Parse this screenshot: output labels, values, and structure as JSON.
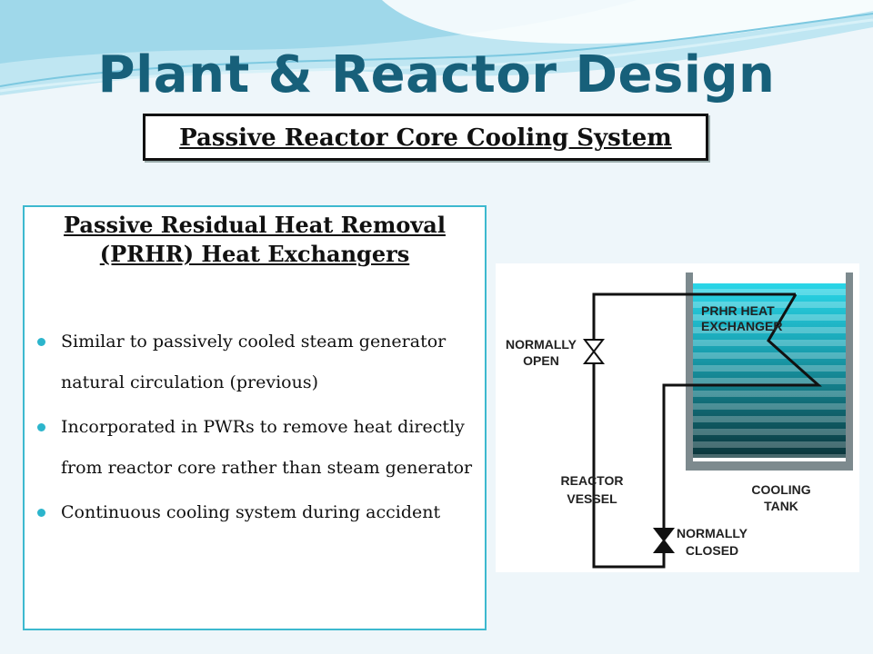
{
  "slide": {
    "title": "Plant & Reactor Design",
    "subtitle": "Passive Reactor Core Cooling System"
  },
  "panel": {
    "heading_line1": "Passive Residual Heat Removal",
    "heading_line2": "(PRHR) Heat Exchangers",
    "bullets": [
      "Similar to passively cooled steam generator natural circulation (previous)",
      "Incorporated in PWRs to remove heat directly from reactor core rather than steam generator",
      "Continuous cooling system during accident"
    ]
  },
  "diagram": {
    "labels": {
      "hx_line1": "PRHR HEAT",
      "hx_line2": "EXCHANGER",
      "open_line1": "NORMALLY",
      "open_line2": "OPEN",
      "reactor_line1": "REACTOR",
      "reactor_line2": "VESSEL",
      "tank_line1": "COOLING",
      "tank_line2": "TANK",
      "closed_line1": "NORMALLY",
      "closed_line2": "CLOSED"
    }
  },
  "colors": {
    "title": "#17607a",
    "panel_border": "#3db9cf",
    "bullet": "#2cb5cc",
    "water_top": "#27d4e6",
    "water_bottom": "#0c3a3f"
  }
}
